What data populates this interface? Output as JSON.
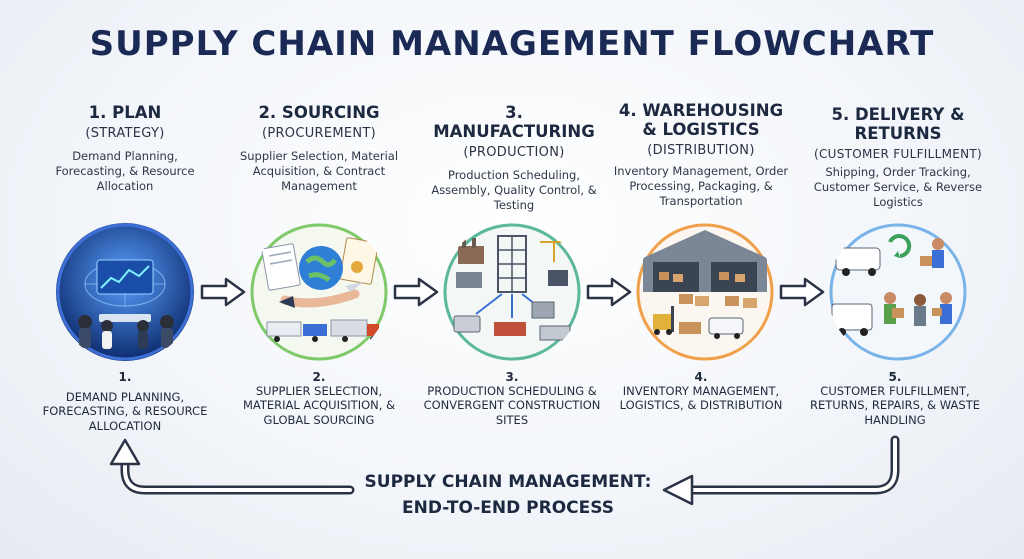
{
  "title": "SUPPLY CHAIN MANAGEMENT FLOWCHART",
  "steps": [
    {
      "title": "1. PLAN",
      "subtitle": "(STRATEGY)",
      "description": "Demand Planning, Forecasting, & Resource Allocation",
      "bottom_number": "1.",
      "bottom_text": "DEMAND PLANNING, FORECASTING, & RESOURCE ALLOCATION",
      "ring_color": "#3d6fd6"
    },
    {
      "title": "2. SOURCING",
      "subtitle": "(PROCUREMENT)",
      "description": "Supplier Selection, Material Acquisition, & Contract Management",
      "bottom_number": "2.",
      "bottom_text": "SUPPLIER SELECTION, MATERIAL ACQUISITION, & GLOBAL SOURCING",
      "ring_color": "#7fc96a"
    },
    {
      "title": "3. MANUFACTURING",
      "subtitle": "(PRODUCTION)",
      "description": "Production Scheduling, Assembly, Quality Control, & Testing",
      "bottom_number": "3.",
      "bottom_text": "PRODUCTION SCHEDULING & CONVERGENT CONSTRUCTION SITES",
      "ring_color": "#5cb89a"
    },
    {
      "title": "4. WAREHOUSING & LOGISTICS",
      "subtitle": "(DISTRIBUTION)",
      "description": "Inventory Management, Order Processing, Packaging, & Transportation",
      "bottom_number": "4.",
      "bottom_text": "INVENTORY MANAGEMENT, LOGISTICS, & DISTRIBUTION",
      "ring_color": "#f0a04b"
    },
    {
      "title": "5. DELIVERY & RETURNS",
      "subtitle": "(CUSTOMER FULFILLMENT)",
      "description": "Shipping, Order Tracking, Customer Service, & Reverse Logistics",
      "bottom_number": "5.",
      "bottom_text": "CUSTOMER FULFILLMENT, RETURNS, REPAIRS, & WASTE HANDLING",
      "ring_color": "#7ab3e8"
    }
  ],
  "footer": {
    "line1": "SUPPLY CHAIN MANAGEMENT:",
    "line2": "END-TO-END PROCESS"
  },
  "icons": [
    "globe-network-icon",
    "handshake-globe-icon",
    "factory-construction-icon",
    "warehouse-forklift-icon",
    "delivery-van-recycle-icon"
  ]
}
